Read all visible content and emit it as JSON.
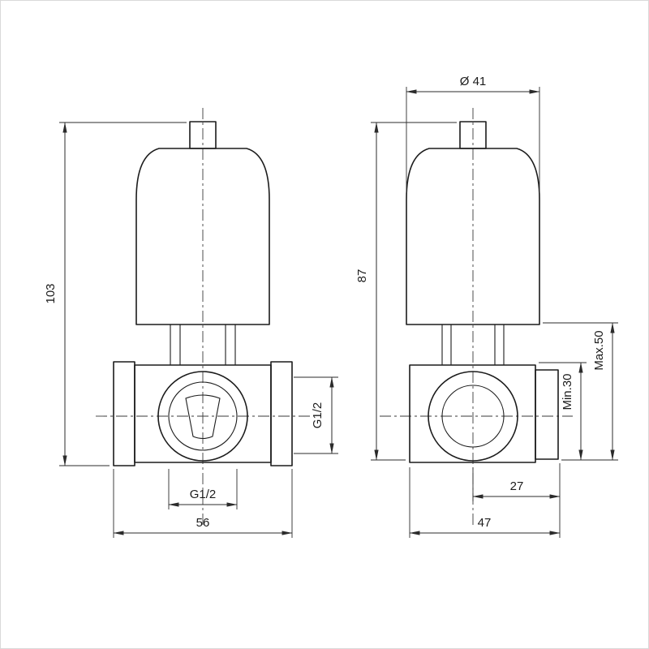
{
  "drawing": {
    "front_view": {
      "dim_height": "103",
      "dim_side_port": "G1/2",
      "dim_bottom_port": "G1/2",
      "dim_width": "56"
    },
    "side_view": {
      "dim_diameter": "Ø 41",
      "dim_height": "87",
      "dim_max_depth": "Max.50",
      "dim_min_depth": "Min.30",
      "dim_outlet_offset": "27",
      "dim_width": "47"
    },
    "colors": {
      "line": "#1c1c1c",
      "dimension": "#2b2b2b",
      "background": "#ffffff"
    }
  }
}
